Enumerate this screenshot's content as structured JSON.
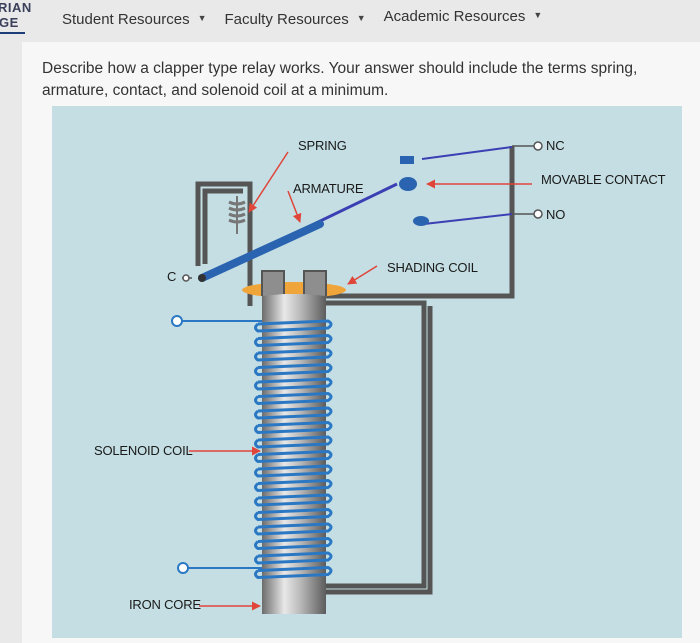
{
  "logo": {
    "line1": "RIAN",
    "line2": "GE"
  },
  "nav": {
    "items": [
      {
        "label": "Student Resources",
        "icon": "caret-down"
      },
      {
        "label": "Faculty Resources",
        "icon": "caret-down"
      },
      {
        "label": "Academic Resources",
        "icon": "caret-down"
      }
    ]
  },
  "question": {
    "text": "Describe how a clapper type relay works. Your answer should include the terms spring, armature, contact, and solenoid coil at a minimum."
  },
  "diagram": {
    "labels": {
      "spring": "SPRING",
      "armature": "ARMATURE",
      "nc": "NC",
      "movable_contact": "MOVABLE CONTACT",
      "no": "NO",
      "shading_coil": "SHADING COIL",
      "c": "C",
      "solenoid_coil": "SOLENOID COIL",
      "iron_core": "IRON CORE"
    },
    "colors": {
      "background": "#c4dee3",
      "frame": "#555555",
      "wire": "#2a78c4",
      "arrow": "#e0453a",
      "shading": "#f0a53a",
      "armature": "#2a63b0",
      "contact_wire": "#3b3fb4"
    }
  }
}
